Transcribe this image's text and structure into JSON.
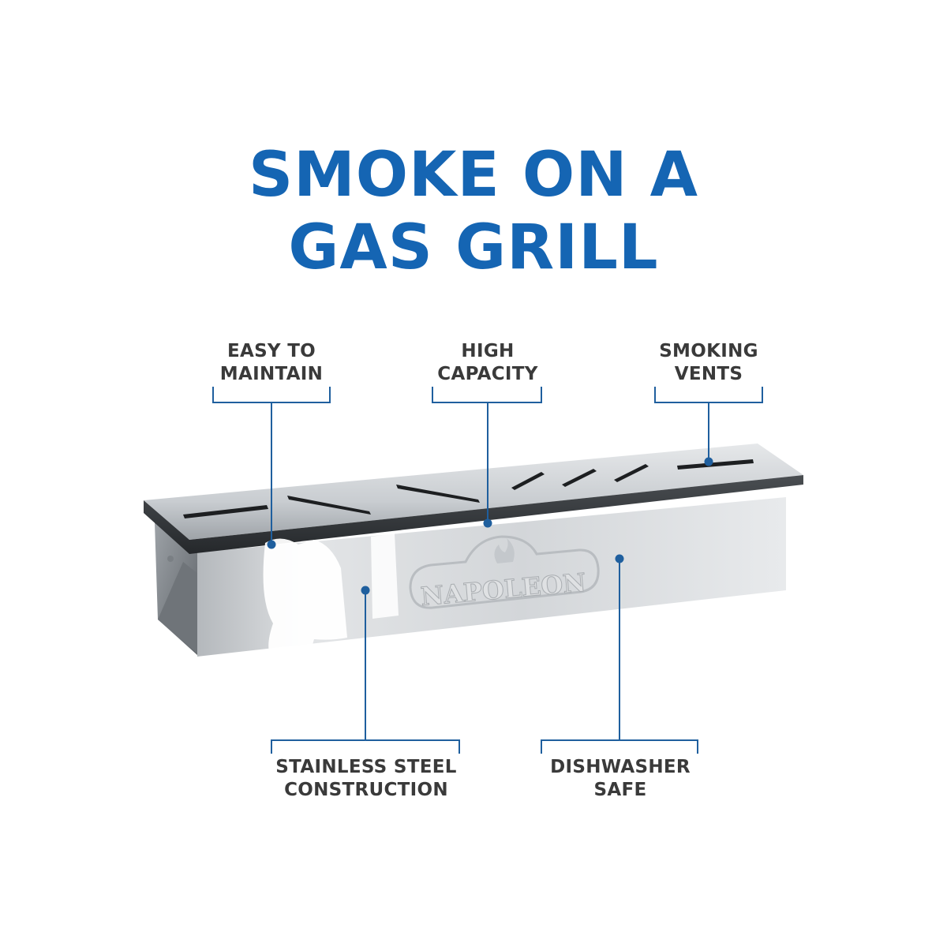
{
  "headline": {
    "line1": "SMOKE ON A",
    "line2": "GAS GRILL"
  },
  "callouts": {
    "easy_to_maintain": {
      "line1": "EASY TO",
      "line2": "MAINTAIN"
    },
    "high_capacity": {
      "line1": "HIGH",
      "line2": "CAPACITY"
    },
    "smoking_vents": {
      "line1": "SMOKING",
      "line2": "VENTS"
    },
    "stainless_steel": {
      "line1": "STAINLESS STEEL",
      "line2": "CONSTRUCTION"
    },
    "dishwasher_safe": {
      "line1": "DISHWASHER",
      "line2": "SAFE"
    }
  },
  "product": {
    "brand_emboss": "NAPOLEON"
  },
  "colors": {
    "headline": "#1565b3",
    "callout_line": "#1f5f9e",
    "label_text": "#3a3a3a"
  }
}
